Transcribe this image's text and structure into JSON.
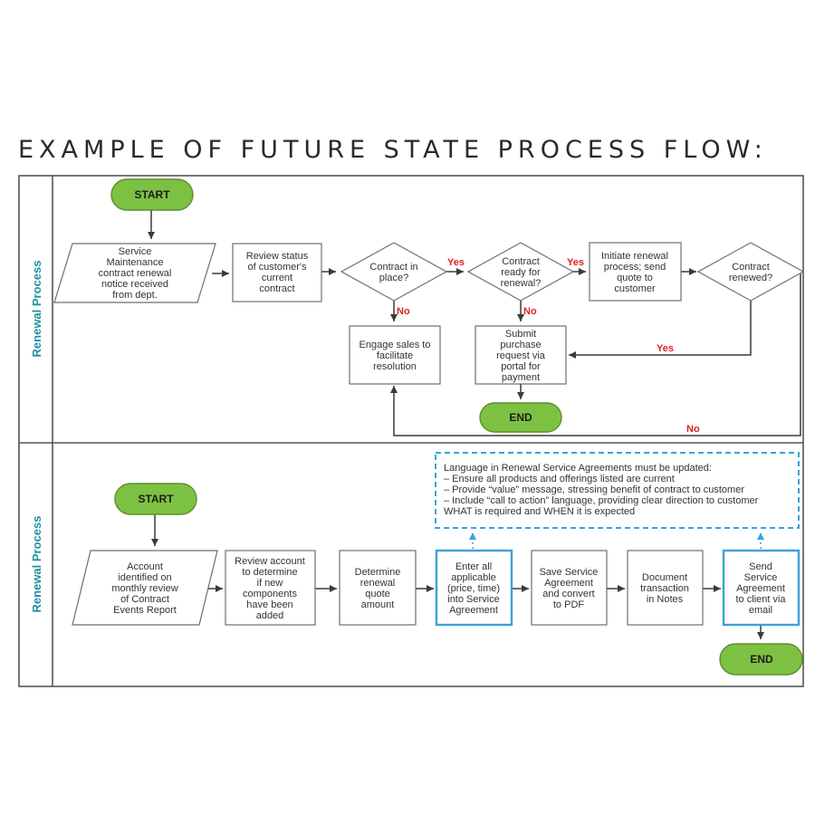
{
  "title": "EXAMPLE OF FUTURE STATE PROCESS FLOW:",
  "lanes": [
    {
      "label": "Renewal Process"
    },
    {
      "label": "Renewal Process"
    }
  ],
  "lane1": {
    "start": "START",
    "end": "END",
    "nodes": {
      "notice": [
        "Service",
        "Maintenance",
        "contract renewal",
        "notice received",
        "from dept."
      ],
      "review": [
        "Review status",
        "of customer's",
        "current",
        "contract"
      ],
      "inplace": [
        "Contract in",
        "place?"
      ],
      "ready": [
        "Contract",
        "ready for",
        "renewal?"
      ],
      "initiate": [
        "Initiate renewal",
        "process; send",
        "quote to",
        "customer"
      ],
      "renewed": [
        "Contract",
        "renewed?"
      ],
      "engage": [
        "Engage sales to",
        "facilitate",
        "resolution"
      ],
      "submit": [
        "Submit",
        "purchase",
        "request via",
        "portal for",
        "payment"
      ]
    },
    "edge_labels": {
      "inplace_yes": "Yes",
      "ready_yes": "Yes",
      "inplace_no": "No",
      "ready_no": "No",
      "renewed_yes": "Yes",
      "renewed_no": "No"
    }
  },
  "lane2": {
    "start": "START",
    "end": "END",
    "nodes": {
      "account": [
        "Account",
        "identified on",
        "monthly review",
        "of Contract",
        "Events Report"
      ],
      "reviewacct": [
        "Review account",
        "to determine",
        "if new",
        "components",
        "have been",
        "added"
      ],
      "determine": [
        "Determine",
        "renewal",
        "quote",
        "amount"
      ],
      "enter": [
        "Enter all",
        "applicable",
        "(price, time)",
        "into Service",
        "Agreement"
      ],
      "save": [
        "Save Service",
        "Agreement",
        "and convert",
        "to PDF"
      ],
      "document": [
        "Document",
        "transaction",
        "in Notes"
      ],
      "send": [
        "Send",
        "Service",
        "Agreement",
        "to client via",
        "email"
      ]
    },
    "note": [
      "Language in Renewal Service Agreements must be updated:",
      "–  Ensure all products and offerings listed are current",
      "–  Provide “value” message, stressing benefit of contract to customer",
      "–  Include “call to action” language, providing clear direction to customer",
      "    WHAT is required and WHEN it is expected"
    ]
  },
  "colors": {
    "terminal": "#7dc142",
    "highlight": "#3aa3d6",
    "lane_label": "#1f8fa3",
    "edge_label": "#e02020"
  }
}
